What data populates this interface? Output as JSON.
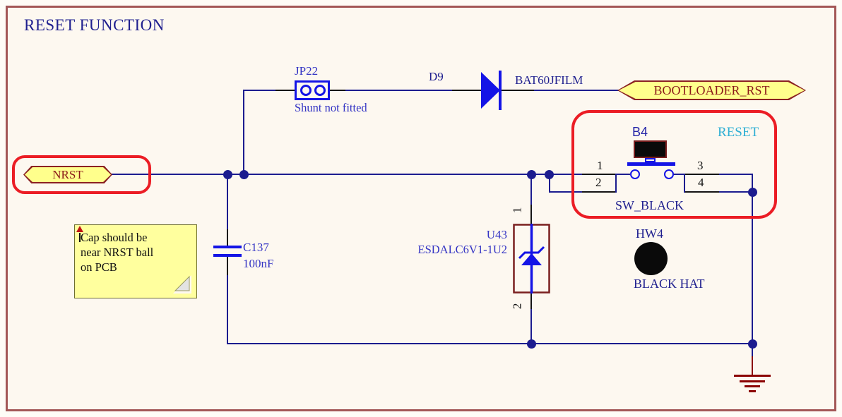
{
  "title": "RESET FUNCTION",
  "net_flags": {
    "nrst": "NRST",
    "bootloader_rst": "BOOTLOADER_RST"
  },
  "components": {
    "jp22": {
      "ref": "JP22",
      "note": "Shunt not fitted"
    },
    "d9": {
      "ref": "D9",
      "part": "BAT60JFILM"
    },
    "c137": {
      "ref": "C137",
      "value": "100nF"
    },
    "u43": {
      "ref": "U43",
      "part": "ESDALC6V1-1U2",
      "pin_top": "1",
      "pin_bottom": "2"
    },
    "b4": {
      "ref": "B4",
      "part": "SW_BLACK",
      "function_label": "RESET",
      "pin1": "1",
      "pin2": "2",
      "pin3": "3",
      "pin4": "4"
    },
    "hw4": {
      "ref": "HW4",
      "part": "BLACK HAT"
    }
  },
  "note": {
    "line1": "Cap should be",
    "line2": "near NRST ball",
    "line3": "on PCB"
  },
  "colors": {
    "wire": "#1C1C8F",
    "component_blue": "#1414E6",
    "pin_stub_black": "#141414",
    "dark_red": "#8B1A1A",
    "ground": "#8B0000",
    "annotation_red": "#EB1D25",
    "net_flag_fill": "#FFFF8C",
    "note_fill": "#FFFF9E",
    "highlight_cyan": "#2FAFD4",
    "sheet_background": "#FDF8F0",
    "sheet_border": "#A35757"
  }
}
